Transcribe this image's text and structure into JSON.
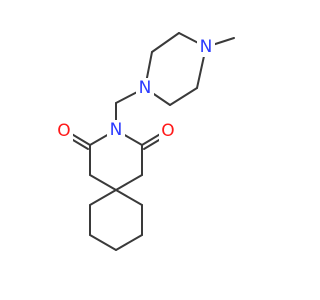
{
  "colors": {
    "bond": "#3a3a3a",
    "carbon": "#3a3a3a",
    "nitrogen": "#2b3bff",
    "oxygen": "#ff1a1a"
  },
  "atoms": {
    "n_methyl": "N",
    "n_benzyl": "N",
    "n_imide": "N",
    "o_left": "O",
    "o_right": "O"
  }
}
